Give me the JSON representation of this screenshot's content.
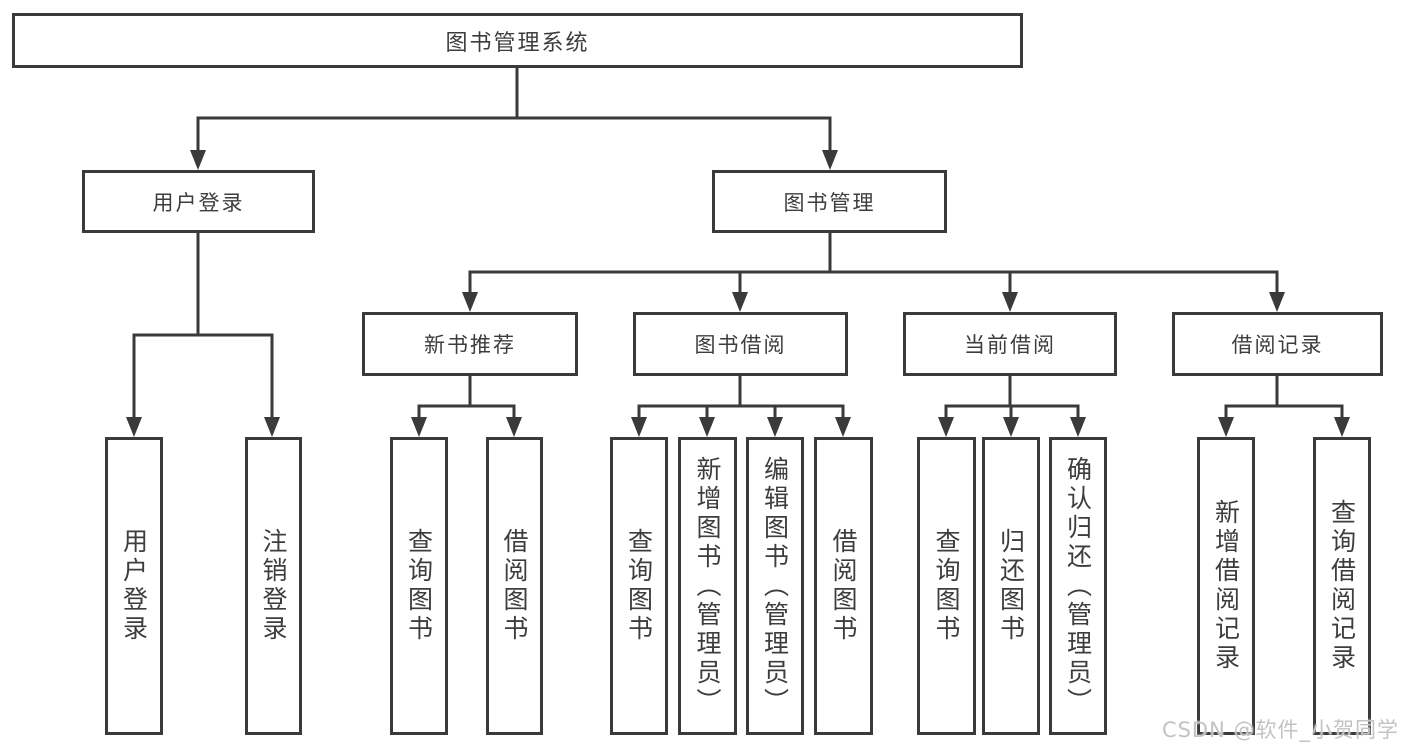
{
  "tree": {
    "label": "图书管理系统",
    "children": [
      {
        "label": "用户登录",
        "children": [
          {
            "label": "用户登录"
          },
          {
            "label": "注销登录"
          }
        ]
      },
      {
        "label": "图书管理",
        "children": [
          {
            "label": "新书推荐",
            "children": [
              {
                "label": "查询图书"
              },
              {
                "label": "借阅图书"
              }
            ]
          },
          {
            "label": "图书借阅",
            "children": [
              {
                "label": "查询图书"
              },
              {
                "label": "新增图书（管理员）"
              },
              {
                "label": "编辑图书（管理员）"
              },
              {
                "label": "借阅图书"
              }
            ]
          },
          {
            "label": "当前借阅",
            "children": [
              {
                "label": "查询图书"
              },
              {
                "label": "归还图书"
              },
              {
                "label": "确认归还（管理员）"
              }
            ]
          },
          {
            "label": "借阅记录",
            "children": [
              {
                "label": "新增借阅记录"
              },
              {
                "label": "查询借阅记录"
              }
            ]
          }
        ]
      }
    ]
  },
  "watermark": {
    "text": "CSDN @软件_小贺同学"
  },
  "colors": {
    "line": "#3a3a3a",
    "text": "#3d3d3d",
    "watermark": "#c3c3c3",
    "background": "#ffffff"
  }
}
